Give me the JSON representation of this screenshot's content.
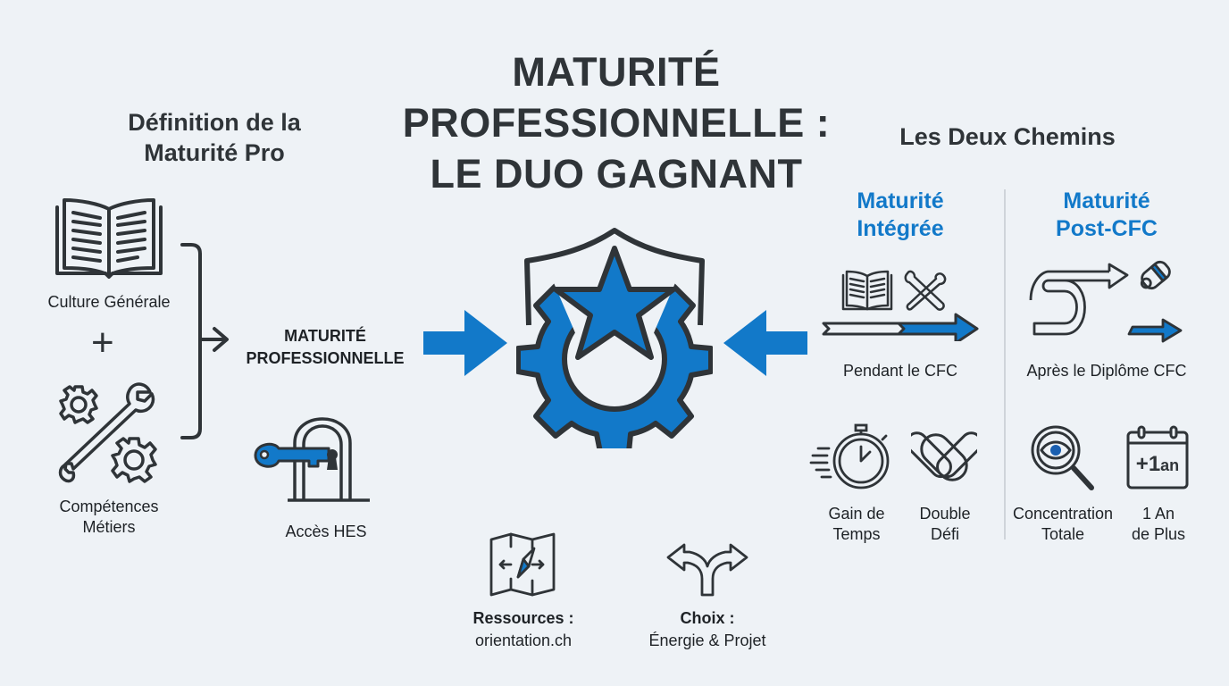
{
  "title": {
    "line1": "MATURITÉ",
    "line2": "PROFESSIONNELLE :",
    "line3": "LE DUO GAGNANT"
  },
  "definition": {
    "heading_line1": "Définition de la",
    "heading_line2": "Maturité Pro",
    "items": [
      {
        "label": "Culture Générale",
        "icon": "open-book-icon"
      },
      {
        "label_line1": "Compétences",
        "label_line2": "Métiers",
        "icon": "wrench-gears-icon"
      }
    ],
    "plus": "+",
    "result_line1": "MATURITÉ",
    "result_line2": "PROFESSIONNELLE",
    "access": {
      "label": "Accès HES",
      "icon": "key-lock-icon"
    }
  },
  "center": {
    "icon": "shield-star-gear-icon"
  },
  "paths": {
    "heading": "Les Deux Chemins",
    "integrated": {
      "title_line1": "Maturité",
      "title_line2": "Intégrée",
      "caption": "Pendant le CFC",
      "features": [
        {
          "line1": "Gain de",
          "line2": "Temps",
          "icon": "stopwatch-icon"
        },
        {
          "line1": "Double",
          "line2": "Défi",
          "icon": "interlinked-knot-icon"
        }
      ]
    },
    "post_cfc": {
      "title_line1": "Maturité",
      "title_line2": "Post-CFC",
      "caption": "Après le Diplôme CFC",
      "features": [
        {
          "line1": "Concentration",
          "line2": "Totale",
          "icon": "magnifier-eye-icon"
        },
        {
          "line1": "1 An",
          "line2": "de Plus",
          "icon": "calendar-plus-one-year-icon",
          "badge": "+1",
          "badge_unit": "an"
        }
      ]
    }
  },
  "footer": {
    "resources": {
      "line1": "Ressources :",
      "line2": "orientation.ch",
      "icon": "map-compass-icon"
    },
    "choice": {
      "line1": "Choix :",
      "line2": "Énergie & Projet",
      "icon": "split-arrows-icon"
    }
  },
  "colors": {
    "background": "#eef2f6",
    "accent_blue": "#1279c9",
    "dark": "#2f3438"
  }
}
